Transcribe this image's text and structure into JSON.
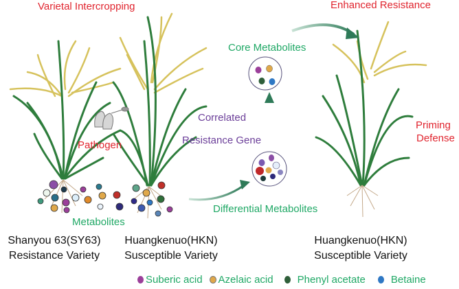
{
  "title": "Varietal Intercropping",
  "labels": {
    "enhanced_resistance": "Enhanced Resistance",
    "core_metabolites": "Core Metabolites",
    "correlated": "Correlated",
    "resistance_gene": "Resistance Gene",
    "pathogen": "Pathogen",
    "priming_defense_line1": "Priming",
    "priming_defense_line2": "Defense",
    "differential_metabolites": "Differential Metabolites",
    "metabolites": "Metabolites"
  },
  "plants": [
    {
      "name": "Shanyou 63(SY63)",
      "type": "Resistance Variety"
    },
    {
      "name": "Huangkenuo(HKN)",
      "type": "Susceptible Variety"
    },
    {
      "name": "Huangkenuo(HKN)",
      "type": "Susceptible Variety"
    }
  ],
  "legend": [
    {
      "label": "Suberic acid",
      "color": "#9b3f9a"
    },
    {
      "label": "Azelaic acid",
      "color": "#e0a84a"
    },
    {
      "label": "Phenyl acetate",
      "color": "#2f5f3a"
    },
    {
      "label": "Betaine",
      "color": "#2f78c4"
    }
  ],
  "colors": {
    "red_text": "#e0242e",
    "green_text": "#1fa865",
    "purple_text": "#6a3d98",
    "leaf": "#2e7d3c",
    "panicle": "#d8c25a",
    "arrow": "#3c8d6a"
  }
}
